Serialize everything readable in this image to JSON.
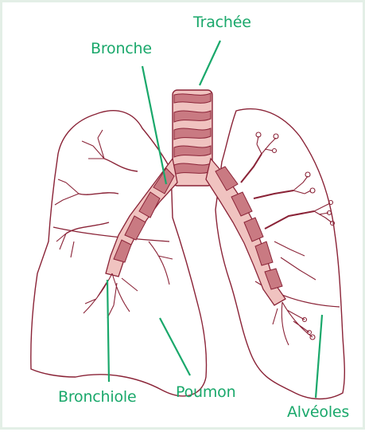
{
  "labels": {
    "trachee": "Trachée",
    "bronche": "Bronche",
    "bronchiole": "Bronchiole",
    "poumon": "Poumon",
    "alveoles": "Alvéoles"
  },
  "colors": {
    "label": "#1aa86b",
    "outline": "#8a2337",
    "cartilage_dark": "#c97a82",
    "cartilage_light": "#f0c3c0",
    "frame": "#e3efe6"
  }
}
